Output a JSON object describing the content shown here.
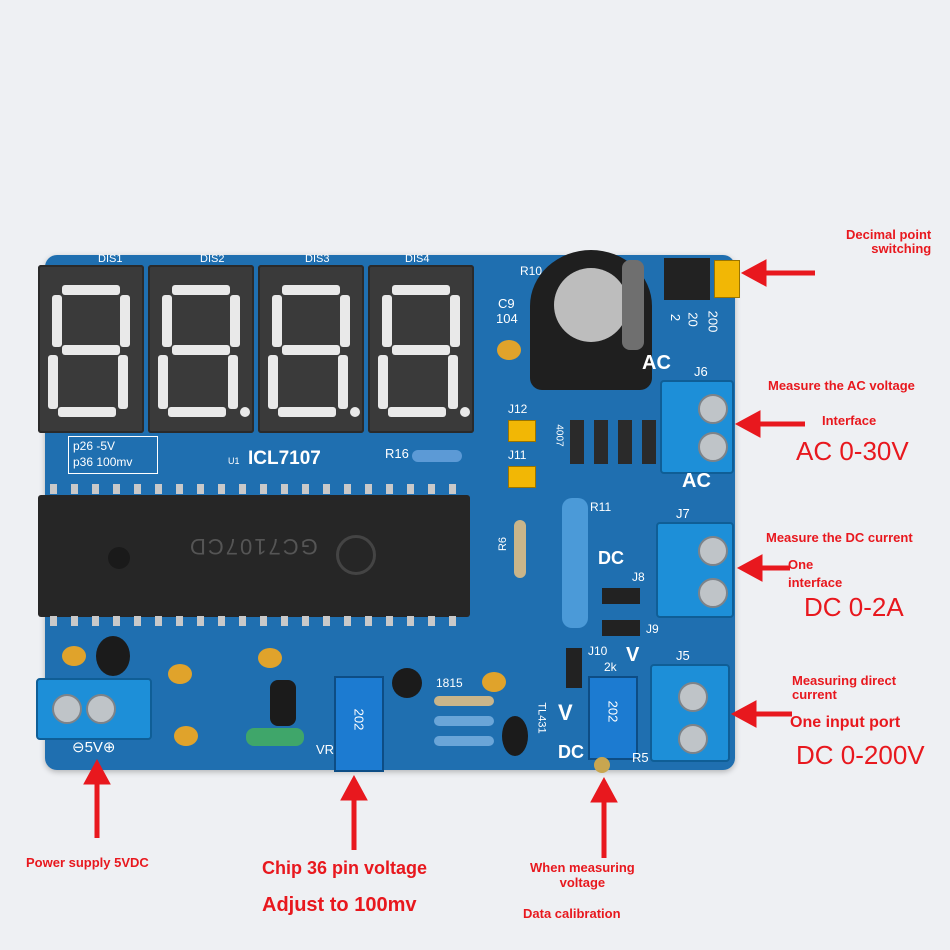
{
  "board": {
    "digit_labels": [
      "DIS1",
      "DIS2",
      "DIS3",
      "DIS4"
    ],
    "chip_marking": "ICL7107",
    "chip_text": "GC7107CD",
    "silkscreen": {
      "p26": "p26 -5V",
      "p36": "p36 100mv",
      "ac": "AC",
      "dc": "DC",
      "v": "V",
      "j6": "J6",
      "j7": "J7",
      "j5": "J5",
      "j8": "J8",
      "j9": "J9",
      "j10": "J10",
      "j11": "J11",
      "j12": "J12",
      "r10": "R10",
      "r11": "R11",
      "r16": "R16",
      "r6": "R6",
      "r5": "R5",
      "c9": "C9",
      "c9_val": "104",
      "range_2": "2",
      "range_20": "20",
      "range_200": "200",
      "pot_value": "202",
      "vr": "VR",
      "pwr": "⊖5V⊕",
      "t1815": "1815",
      "tl431": "TL431",
      "k2": "2k",
      "u1": "U1",
      "d4007": "4007"
    }
  },
  "annotations": {
    "decimal": "Decimal point\nswitching",
    "ac_measure": "Measure the AC voltage",
    "ac_interface": "Interface",
    "ac_range": "AC 0-30V",
    "dc_current": "Measure the DC current",
    "dc_one": "One",
    "dc_interface": "interface",
    "dc_range": "DC  0-2A",
    "dv_measure": "Measuring direct\ncurrent",
    "dv_port": "One input port",
    "dv_range": "DC 0-200V",
    "power": "Power supply 5VDC",
    "chip36": "Chip 36 pin voltage",
    "adjust": "Adjust to 100mv",
    "when_measuring": "When measuring\nvoltage",
    "calibration": "Data calibration"
  },
  "colors": {
    "board": "#1f6fb0",
    "annotation": "#e8181e",
    "terminal": "#1d8fd8",
    "jumper": "#f2b705"
  }
}
